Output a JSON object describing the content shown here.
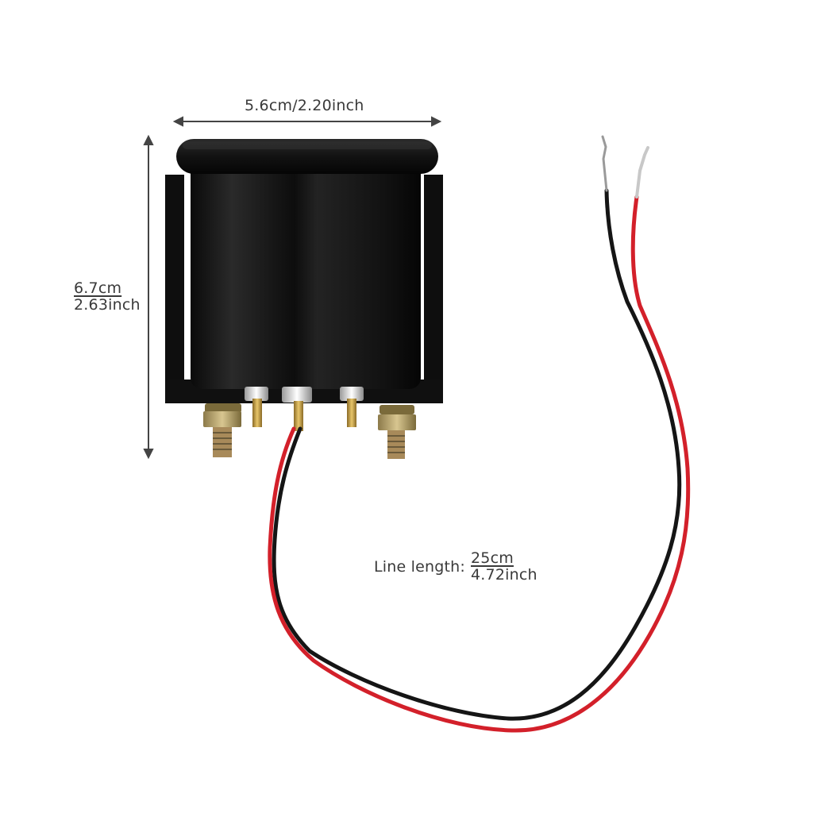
{
  "product": {
    "description": "Black round gauge housing with mounting bracket, terminal studs and red/black lead wires",
    "colors": {
      "housing": "#141414",
      "bracket": "#111111",
      "red_wire": "#d3202a",
      "black_wire": "#1a1a1a",
      "brass": "#c9a24a",
      "background": "#ffffff",
      "annotation": "#3a3a3a"
    }
  },
  "dimensions": {
    "width": {
      "label": "5.6cm/2.20inch"
    },
    "height": {
      "cm": "6.7cm",
      "inch": "2.63inch"
    },
    "line_length": {
      "label": "Line length:",
      "cm": "25cm",
      "inch": "4.72inch"
    }
  }
}
